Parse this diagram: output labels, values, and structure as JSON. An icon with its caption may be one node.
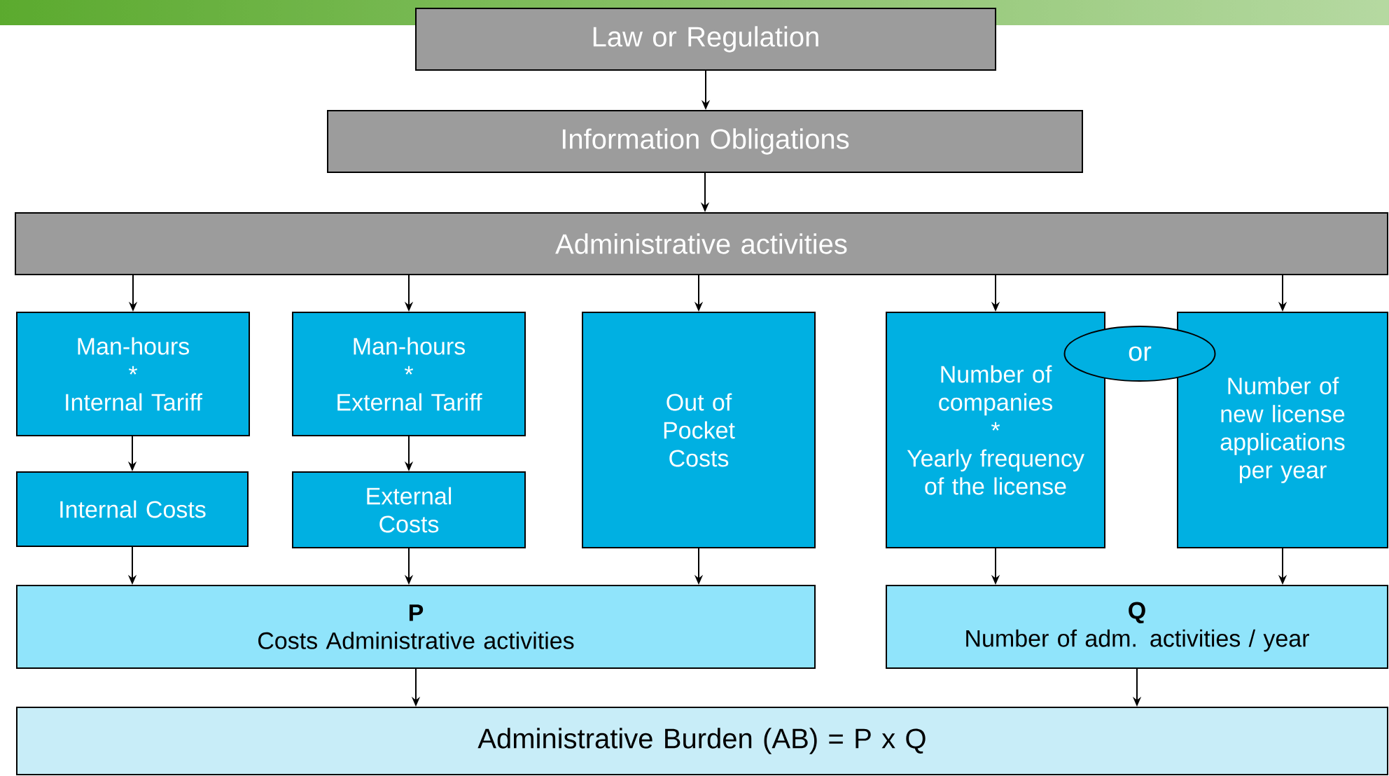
{
  "diagram": {
    "nodes": [
      {
        "text": [
          "Law or Regulation"
        ]
      },
      {
        "text": [
          "Information Obligations"
        ]
      },
      {
        "text": [
          "Administrative activities"
        ]
      },
      {
        "text": [
          "Man-hours",
          "*",
          "Internal Tariff"
        ]
      },
      {
        "text": [
          "Man-hours",
          "*",
          "External Tariff"
        ]
      },
      {
        "text": [
          "Out of Pocket Costs"
        ]
      },
      {
        "text": [
          "Number of companies",
          "*",
          "Yearly frequency of the license"
        ]
      },
      {
        "text": [
          "or"
        ]
      },
      {
        "text": [
          "Number of new license applications per year"
        ]
      },
      {
        "text": [
          "Internal Costs"
        ]
      },
      {
        "text": [
          "External Costs"
        ]
      },
      {
        "text": [
          "P",
          "Costs Administrative activities"
        ]
      },
      {
        "text": [
          "Q",
          "Number of adm. activities / year"
        ]
      },
      {
        "text": [
          "Administrative Burden (AB)  = P x Q"
        ]
      }
    ],
    "edges": [
      {
        "from": 0,
        "to": 1,
        "arrow": "to"
      },
      {
        "from": 1,
        "to": 2,
        "arrow": "to"
      },
      {
        "from": 2,
        "to": 3,
        "arrow": "to"
      },
      {
        "from": 2,
        "to": 4,
        "arrow": "to"
      },
      {
        "from": 2,
        "to": 5,
        "arrow": "to"
      },
      {
        "from": 2,
        "to": 6,
        "arrow": "to"
      },
      {
        "from": 2,
        "to": 8,
        "arrow": "to"
      },
      {
        "from": 3,
        "to": 9,
        "arrow": "to"
      },
      {
        "from": 4,
        "to": 10,
        "arrow": "to"
      },
      {
        "from": 9,
        "to": 11,
        "arrow": "to"
      },
      {
        "from": 10,
        "to": 11,
        "arrow": "to"
      },
      {
        "from": 5,
        "to": 11,
        "arrow": "to"
      },
      {
        "from": 6,
        "to": 12,
        "arrow": "to"
      },
      {
        "from": 8,
        "to": 12,
        "arrow": "to"
      },
      {
        "from": 11,
        "to": 13,
        "arrow": "to"
      },
      {
        "from": 12,
        "to": 13,
        "arrow": "to"
      }
    ]
  }
}
